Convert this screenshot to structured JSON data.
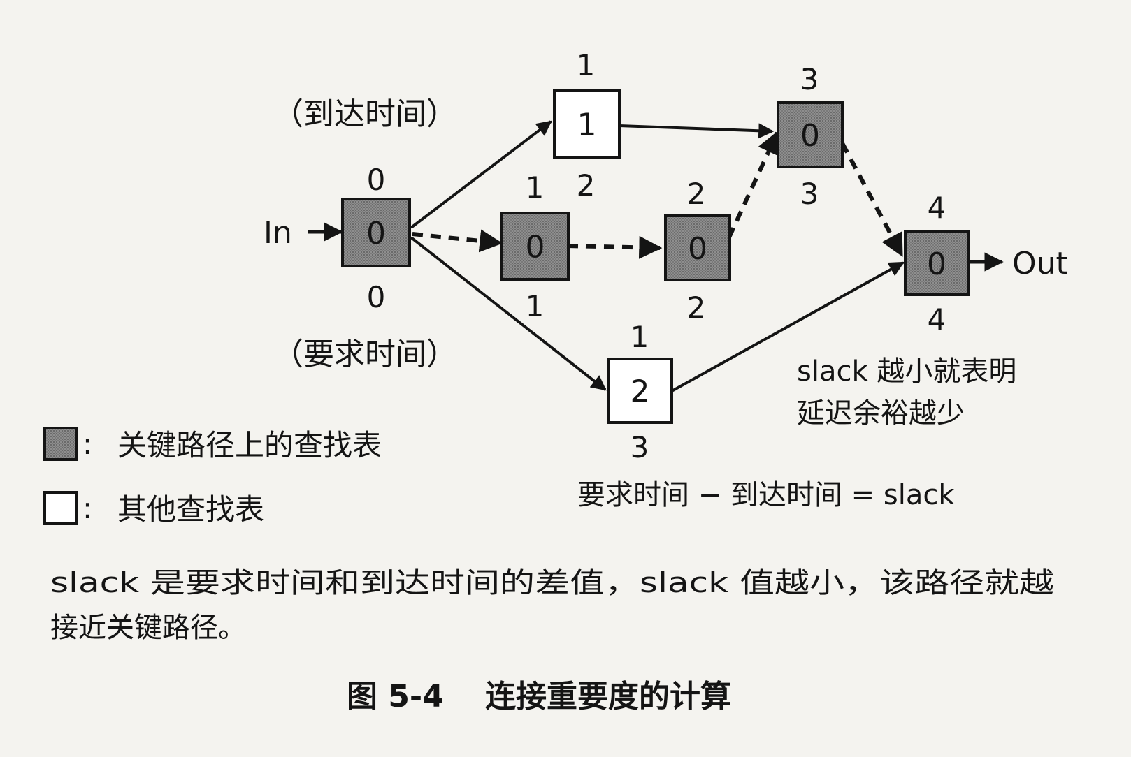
{
  "labels": {
    "arrival_time": "（到达时间）",
    "required_time": "（要求时间）",
    "in": "In",
    "out": "Out"
  },
  "nodes": [
    {
      "id": "n0",
      "critical": true,
      "value": "0",
      "top": "0",
      "bottom": "0"
    },
    {
      "id": "n1",
      "critical": false,
      "value": "1",
      "top": "1",
      "bottom": "2"
    },
    {
      "id": "n2",
      "critical": true,
      "value": "0",
      "top": "1",
      "bottom": "1"
    },
    {
      "id": "n3",
      "critical": true,
      "value": "0",
      "top": "2",
      "bottom": "2"
    },
    {
      "id": "n4",
      "critical": false,
      "value": "2",
      "top": "1",
      "bottom": "3"
    },
    {
      "id": "n5",
      "critical": true,
      "value": "0",
      "top": "3",
      "bottom": "3"
    },
    {
      "id": "n6",
      "critical": true,
      "value": "0",
      "top": "4",
      "bottom": "4"
    }
  ],
  "notes": {
    "slack_line1": "slack 越小就表明",
    "slack_line2": "延迟余裕越少",
    "formula": "要求时间 − 到达时间 = slack"
  },
  "legend": {
    "critical": "关键路径上的查找表",
    "other": "其他查找表",
    "separator": ":"
  },
  "description": {
    "line1": "slack 是要求时间和到达时间的差值，slack 值越小，该路径就越",
    "line2": "接近关键路径。"
  },
  "caption": {
    "number": "图 5-4",
    "title": "连接重要度的计算"
  }
}
